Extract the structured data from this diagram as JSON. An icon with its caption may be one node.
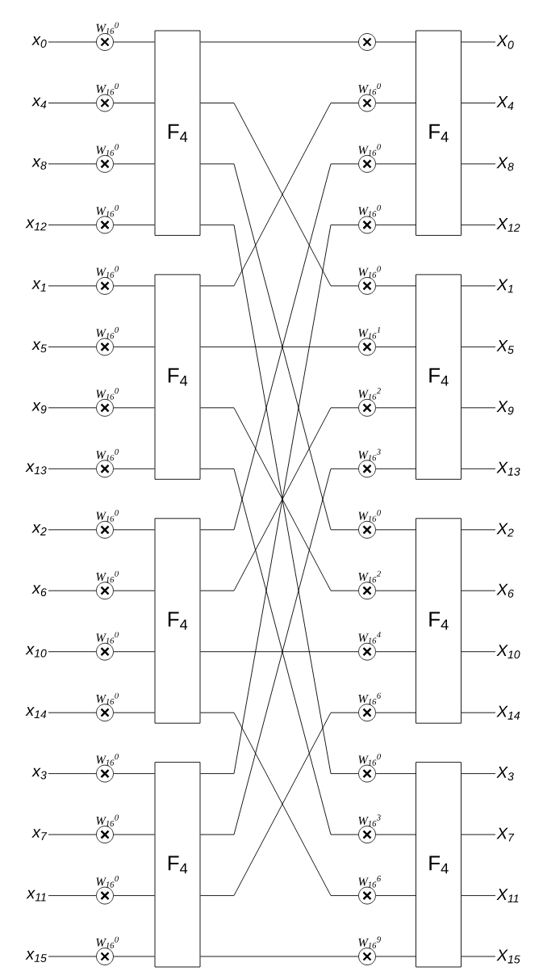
{
  "diagram": {
    "nodes": [
      {
        "text": [
          "x$_{0}$"
        ]
      },
      {
        "text": [
          "x$_{4}$"
        ]
      },
      {
        "text": [
          "x$_{8}$"
        ]
      },
      {
        "text": [
          "x$_{12}$"
        ]
      },
      {
        "text": [
          "x$_{1}$"
        ]
      },
      {
        "text": [
          "x$_{5}$"
        ]
      },
      {
        "text": [
          "x$_{9}$"
        ]
      },
      {
        "text": [
          "x$_{13}$"
        ]
      },
      {
        "text": [
          "x$_{2}$"
        ]
      },
      {
        "text": [
          "x$_{6}$"
        ]
      },
      {
        "text": [
          "x$_{10}$"
        ]
      },
      {
        "text": [
          "x$_{14}$"
        ]
      },
      {
        "text": [
          "x$_{3}$"
        ]
      },
      {
        "text": [
          "x$_{7}$"
        ]
      },
      {
        "text": [
          "x$_{11}$"
        ]
      },
      {
        "text": [
          "x$_{15}$"
        ]
      },
      {
        "text": [],
        "shape": "circle",
        "beside": [
          "W$_{16}$$^{0}$"
        ]
      },
      {
        "text": [],
        "shape": "circle",
        "beside": [
          "W$_{16}$$^{0}$"
        ]
      },
      {
        "text": [],
        "shape": "circle",
        "beside": [
          "W$_{16}$$^{0}$"
        ]
      },
      {
        "text": [],
        "shape": "circle",
        "beside": [
          "W$_{16}$$^{0}$"
        ]
      },
      {
        "text": [],
        "shape": "circle",
        "beside": [
          "W$_{16}$$^{0}$"
        ]
      },
      {
        "text": [],
        "shape": "circle",
        "beside": [
          "W$_{16}$$^{0}$"
        ]
      },
      {
        "text": [],
        "shape": "circle",
        "beside": [
          "W$_{16}$$^{0}$"
        ]
      },
      {
        "text": [],
        "shape": "circle",
        "beside": [
          "W$_{16}$$^{0}$"
        ]
      },
      {
        "text": [],
        "shape": "circle",
        "beside": [
          "W$_{16}$$^{0}$"
        ]
      },
      {
        "text": [],
        "shape": "circle",
        "beside": [
          "W$_{16}$$^{0}$"
        ]
      },
      {
        "text": [],
        "shape": "circle",
        "beside": [
          "W$_{16}$$^{0}$"
        ]
      },
      {
        "text": [],
        "shape": "circle",
        "beside": [
          "W$_{16}$$^{0}$"
        ]
      },
      {
        "text": [],
        "shape": "circle",
        "beside": [
          "W$_{16}$$^{0}$"
        ]
      },
      {
        "text": [],
        "shape": "circle",
        "beside": [
          "W$_{16}$$^{0}$"
        ]
      },
      {
        "text": [],
        "shape": "circle",
        "beside": [
          "W$_{16}$$^{0}$"
        ]
      },
      {
        "text": [],
        "shape": "circle",
        "beside": [
          "W$_{16}$$^{0}$"
        ]
      },
      {
        "text": [
          "F$_{4}$"
        ]
      },
      {
        "text": [
          "F$_{4}$"
        ]
      },
      {
        "text": [
          "F$_{4}$"
        ]
      },
      {
        "text": [
          "F$_{4}$"
        ]
      },
      {
        "text": [],
        "shape": "circle"
      },
      {
        "text": [],
        "shape": "circle",
        "beside": [
          "W$_{16}$$^{0}$"
        ]
      },
      {
        "text": [],
        "shape": "circle",
        "beside": [
          "W$_{16}$$^{0}$"
        ]
      },
      {
        "text": [],
        "shape": "circle",
        "beside": [
          "W$_{16}$$^{0}$"
        ]
      },
      {
        "text": [],
        "shape": "circle",
        "beside": [
          "W$_{16}$$^{0}$"
        ]
      },
      {
        "text": [],
        "shape": "circle",
        "beside": [
          "W$_{16}$$^{1}$"
        ]
      },
      {
        "text": [],
        "shape": "circle",
        "beside": [
          "W$_{16}$$^{2}$"
        ]
      },
      {
        "text": [],
        "shape": "circle",
        "beside": [
          "W$_{16}$$^{3}$"
        ]
      },
      {
        "text": [],
        "shape": "circle",
        "beside": [
          "W$_{16}$$^{0}$"
        ]
      },
      {
        "text": [],
        "shape": "circle",
        "beside": [
          "W$_{16}$$^{2}$"
        ]
      },
      {
        "text": [],
        "shape": "circle",
        "beside": [
          "W$_{16}$$^{4}$"
        ]
      },
      {
        "text": [],
        "shape": "circle",
        "beside": [
          "W$_{16}$$^{6}$"
        ]
      },
      {
        "text": [],
        "shape": "circle",
        "beside": [
          "W$_{16}$$^{0}$"
        ]
      },
      {
        "text": [],
        "shape": "circle",
        "beside": [
          "W$_{16}$$^{3}$"
        ]
      },
      {
        "text": [],
        "shape": "circle",
        "beside": [
          "W$_{16}$$^{6}$"
        ]
      },
      {
        "text": [],
        "shape": "circle",
        "beside": [
          "W$_{16}$$^{9}$"
        ]
      },
      {
        "text": [
          "F$_{4}$"
        ]
      },
      {
        "text": [
          "F$_{4}$"
        ]
      },
      {
        "text": [
          "F$_{4}$"
        ]
      },
      {
        "text": [
          "F$_{4}$"
        ]
      },
      {
        "text": [
          "X$_{0}$"
        ]
      },
      {
        "text": [
          "X$_{4}$"
        ]
      },
      {
        "text": [
          "X$_{8}$"
        ]
      },
      {
        "text": [
          "X$_{12}$"
        ]
      },
      {
        "text": [
          "X$_{1}$"
        ]
      },
      {
        "text": [
          "X$_{5}$"
        ]
      },
      {
        "text": [
          "X$_{9}$"
        ]
      },
      {
        "text": [
          "X$_{13}$"
        ]
      },
      {
        "text": [
          "X$_{2}$"
        ]
      },
      {
        "text": [
          "X$_{6}$"
        ]
      },
      {
        "text": [
          "X$_{10}$"
        ]
      },
      {
        "text": [
          "X$_{14}$"
        ]
      },
      {
        "text": [
          "X$_{3}$"
        ]
      },
      {
        "text": [
          "X$_{7}$"
        ]
      },
      {
        "text": [
          "X$_{11}$"
        ]
      },
      {
        "text": [
          "X$_{15}$"
        ]
      }
    ],
    "edges": [
      {
        "from": 0,
        "to": 16,
        "arrow": "none"
      },
      {
        "from": 1,
        "to": 17,
        "arrow": "none"
      },
      {
        "from": 2,
        "to": 18,
        "arrow": "none"
      },
      {
        "from": 3,
        "to": 19,
        "arrow": "none"
      },
      {
        "from": 4,
        "to": 20,
        "arrow": "none"
      },
      {
        "from": 5,
        "to": 21,
        "arrow": "none"
      },
      {
        "from": 6,
        "to": 22,
        "arrow": "none"
      },
      {
        "from": 7,
        "to": 23,
        "arrow": "none"
      },
      {
        "from": 8,
        "to": 24,
        "arrow": "none"
      },
      {
        "from": 9,
        "to": 25,
        "arrow": "none"
      },
      {
        "from": 10,
        "to": 26,
        "arrow": "none"
      },
      {
        "from": 11,
        "to": 27,
        "arrow": "none"
      },
      {
        "from": 12,
        "to": 28,
        "arrow": "none"
      },
      {
        "from": 13,
        "to": 29,
        "arrow": "none"
      },
      {
        "from": 14,
        "to": 30,
        "arrow": "none"
      },
      {
        "from": 15,
        "to": 31,
        "arrow": "none"
      },
      {
        "from": 16,
        "to": 32,
        "arrow": "none"
      },
      {
        "from": 17,
        "to": 32,
        "arrow": "none"
      },
      {
        "from": 18,
        "to": 32,
        "arrow": "none"
      },
      {
        "from": 19,
        "to": 32,
        "arrow": "none"
      },
      {
        "from": 20,
        "to": 33,
        "arrow": "none"
      },
      {
        "from": 21,
        "to": 33,
        "arrow": "none"
      },
      {
        "from": 22,
        "to": 33,
        "arrow": "none"
      },
      {
        "from": 23,
        "to": 33,
        "arrow": "none"
      },
      {
        "from": 24,
        "to": 34,
        "arrow": "none"
      },
      {
        "from": 25,
        "to": 34,
        "arrow": "none"
      },
      {
        "from": 26,
        "to": 34,
        "arrow": "none"
      },
      {
        "from": 27,
        "to": 34,
        "arrow": "none"
      },
      {
        "from": 28,
        "to": 35,
        "arrow": "none"
      },
      {
        "from": 29,
        "to": 35,
        "arrow": "none"
      },
      {
        "from": 30,
        "to": 35,
        "arrow": "none"
      },
      {
        "from": 31,
        "to": 35,
        "arrow": "none"
      },
      {
        "from": 32,
        "to": 36,
        "arrow": "none"
      },
      {
        "from": 32,
        "to": 40,
        "arrow": "none"
      },
      {
        "from": 32,
        "to": 44,
        "arrow": "none"
      },
      {
        "from": 32,
        "to": 48,
        "arrow": "none"
      },
      {
        "from": 33,
        "to": 37,
        "arrow": "none"
      },
      {
        "from": 33,
        "to": 41,
        "arrow": "none"
      },
      {
        "from": 33,
        "to": 45,
        "arrow": "none"
      },
      {
        "from": 33,
        "to": 49,
        "arrow": "none"
      },
      {
        "from": 34,
        "to": 38,
        "arrow": "none"
      },
      {
        "from": 34,
        "to": 42,
        "arrow": "none"
      },
      {
        "from": 34,
        "to": 46,
        "arrow": "none"
      },
      {
        "from": 34,
        "to": 50,
        "arrow": "none"
      },
      {
        "from": 35,
        "to": 39,
        "arrow": "none"
      },
      {
        "from": 35,
        "to": 43,
        "arrow": "none"
      },
      {
        "from": 35,
        "to": 47,
        "arrow": "none"
      },
      {
        "from": 35,
        "to": 51,
        "arrow": "none"
      },
      {
        "from": 36,
        "to": 52,
        "arrow": "none"
      },
      {
        "from": 37,
        "to": 52,
        "arrow": "none"
      },
      {
        "from": 38,
        "to": 52,
        "arrow": "none"
      },
      {
        "from": 39,
        "to": 52,
        "arrow": "none"
      },
      {
        "from": 40,
        "to": 53,
        "arrow": "none"
      },
      {
        "from": 41,
        "to": 53,
        "arrow": "none"
      },
      {
        "from": 42,
        "to": 53,
        "arrow": "none"
      },
      {
        "from": 43,
        "to": 53,
        "arrow": "none"
      },
      {
        "from": 44,
        "to": 54,
        "arrow": "none"
      },
      {
        "from": 45,
        "to": 54,
        "arrow": "none"
      },
      {
        "from": 46,
        "to": 54,
        "arrow": "none"
      },
      {
        "from": 47,
        "to": 54,
        "arrow": "none"
      },
      {
        "from": 48,
        "to": 55,
        "arrow": "none"
      },
      {
        "from": 49,
        "to": 55,
        "arrow": "none"
      },
      {
        "from": 50,
        "to": 55,
        "arrow": "none"
      },
      {
        "from": 51,
        "to": 55,
        "arrow": "none"
      },
      {
        "from": 52,
        "to": 56,
        "arrow": "none"
      },
      {
        "from": 52,
        "to": 57,
        "arrow": "none"
      },
      {
        "from": 52,
        "to": 58,
        "arrow": "none"
      },
      {
        "from": 52,
        "to": 59,
        "arrow": "none"
      },
      {
        "from": 53,
        "to": 60,
        "arrow": "none"
      },
      {
        "from": 53,
        "to": 61,
        "arrow": "none"
      },
      {
        "from": 53,
        "to": 62,
        "arrow": "none"
      },
      {
        "from": 53,
        "to": 63,
        "arrow": "none"
      },
      {
        "from": 54,
        "to": 64,
        "arrow": "none"
      },
      {
        "from": 54,
        "to": 65,
        "arrow": "none"
      },
      {
        "from": 54,
        "to": 66,
        "arrow": "none"
      },
      {
        "from": 54,
        "to": 67,
        "arrow": "none"
      },
      {
        "from": 55,
        "to": 68,
        "arrow": "none"
      },
      {
        "from": 55,
        "to": 69,
        "arrow": "none"
      },
      {
        "from": 55,
        "to": 70,
        "arrow": "none"
      },
      {
        "from": 55,
        "to": 71,
        "arrow": "none"
      }
    ]
  }
}
